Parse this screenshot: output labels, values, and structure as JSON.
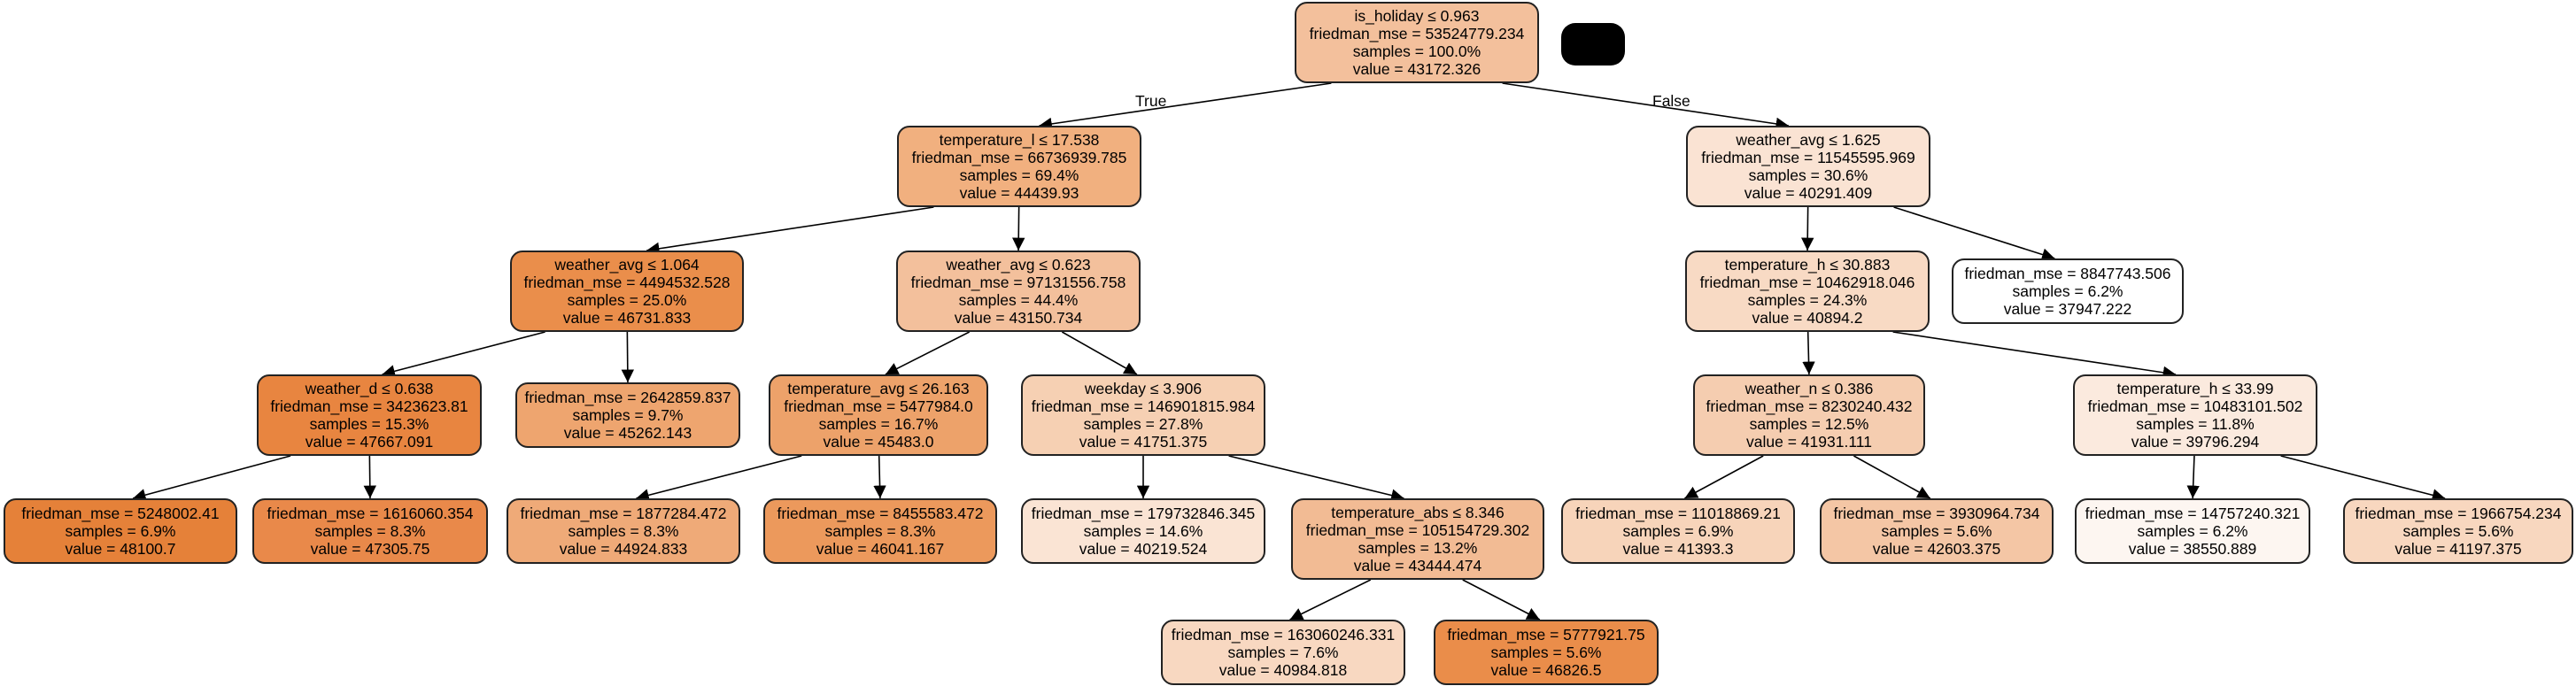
{
  "edge_labels": {
    "true_label": "True",
    "false_label": "False"
  },
  "nodes": [
    {
      "id": "n0",
      "split": "is_holiday ≤ 0.963",
      "mse": "friedman_mse = 53524779.234",
      "samples": "samples = 100.0%",
      "value": "value = 43172.326",
      "fill": "#f3c09c"
    },
    {
      "id": "n1",
      "split": "temperature_l ≤ 17.538",
      "mse": "friedman_mse = 66736939.785",
      "samples": "samples = 69.4%",
      "value": "value = 44439.93",
      "fill": "#f1b07f"
    },
    {
      "id": "n2",
      "split": "weather_avg ≤ 1.625",
      "mse": "friedman_mse = 11545595.969",
      "samples": "samples = 30.6%",
      "value": "value = 40291.409",
      "fill": "#fae3d3"
    },
    {
      "id": "n3",
      "split": "weather_avg ≤ 1.064",
      "mse": "friedman_mse = 4494532.528",
      "samples": "samples = 25.0%",
      "value": "value = 46731.833",
      "fill": "#ea8e4b"
    },
    {
      "id": "n4",
      "split": "weather_avg ≤ 0.623",
      "mse": "friedman_mse = 97131556.758",
      "samples": "samples = 44.4%",
      "value": "value = 43150.734",
      "fill": "#f3c09c"
    },
    {
      "id": "n5",
      "split": "temperature_h ≤ 30.883",
      "mse": "friedman_mse = 10462918.046",
      "samples": "samples = 24.3%",
      "value": "value = 40894.2",
      "fill": "#f8dac4"
    },
    {
      "id": "n6",
      "split": "",
      "mse": "friedman_mse = 8847743.506",
      "samples": "samples = 6.2%",
      "value": "value = 37947.222",
      "fill": "#ffffff"
    },
    {
      "id": "n7",
      "split": "weather_d ≤ 0.638",
      "mse": "friedman_mse = 3423623.81",
      "samples": "samples = 15.3%",
      "value": "value = 47667.091",
      "fill": "#e88540"
    },
    {
      "id": "n8",
      "split": "",
      "mse": "friedman_mse = 2642859.837",
      "samples": "samples = 9.7%",
      "value": "value = 45262.143",
      "fill": "#eea56f"
    },
    {
      "id": "n9",
      "split": "temperature_avg ≤ 26.163",
      "mse": "friedman_mse = 5477984.0",
      "samples": "samples = 16.7%",
      "value": "value = 45483.0",
      "fill": "#eda26a"
    },
    {
      "id": "n10",
      "split": "weekday ≤ 3.906",
      "mse": "friedman_mse = 146901815.984",
      "samples": "samples = 27.8%",
      "value": "value = 41751.375",
      "fill": "#f6d0b3"
    },
    {
      "id": "n11",
      "split": "weather_n ≤ 0.386",
      "mse": "friedman_mse = 8230240.432",
      "samples": "samples = 12.5%",
      "value": "value = 41931.111",
      "fill": "#f5cdb0"
    },
    {
      "id": "n12",
      "split": "temperature_h ≤ 33.99",
      "mse": "friedman_mse = 10483101.502",
      "samples": "samples = 11.8%",
      "value": "value = 39796.294",
      "fill": "#fbeade"
    },
    {
      "id": "n13",
      "split": "",
      "mse": "friedman_mse = 5248002.41",
      "samples": "samples = 6.9%",
      "value": "value = 48100.7",
      "fill": "#e58139"
    },
    {
      "id": "n14",
      "split": "",
      "mse": "friedman_mse = 1616060.354",
      "samples": "samples = 8.3%",
      "value": "value = 47305.75",
      "fill": "#e9894a"
    },
    {
      "id": "n15",
      "split": "",
      "mse": "friedman_mse = 1877284.472",
      "samples": "samples = 8.3%",
      "value": "value = 44924.833",
      "fill": "#efaa78"
    },
    {
      "id": "n16",
      "split": "",
      "mse": "friedman_mse = 8455583.472",
      "samples": "samples = 8.3%",
      "value": "value = 46041.167",
      "fill": "#ec995c"
    },
    {
      "id": "n17",
      "split": "",
      "mse": "friedman_mse = 179732846.345",
      "samples": "samples = 14.6%",
      "value": "value = 40219.524",
      "fill": "#fae4d4"
    },
    {
      "id": "n18",
      "split": "temperature_abs ≤ 8.346",
      "mse": "friedman_mse = 105154729.302",
      "samples": "samples = 13.2%",
      "value": "value = 43444.474",
      "fill": "#f2bb94"
    },
    {
      "id": "n19",
      "split": "",
      "mse": "friedman_mse = 11018869.21",
      "samples": "samples = 6.9%",
      "value": "value = 41393.3",
      "fill": "#f7d4ba"
    },
    {
      "id": "n20",
      "split": "",
      "mse": "friedman_mse = 3930964.734",
      "samples": "samples = 5.6%",
      "value": "value = 42603.375",
      "fill": "#f4c6a5"
    },
    {
      "id": "n21",
      "split": "",
      "mse": "friedman_mse = 14757240.321",
      "samples": "samples = 6.2%",
      "value": "value = 38550.889",
      "fill": "#fdf6f1"
    },
    {
      "id": "n22",
      "split": "",
      "mse": "friedman_mse = 1966754.234",
      "samples": "samples = 5.6%",
      "value": "value = 41197.375",
      "fill": "#f8d7bf"
    },
    {
      "id": "n23",
      "split": "",
      "mse": "friedman_mse = 163060246.331",
      "samples": "samples = 7.6%",
      "value": "value = 40984.818",
      "fill": "#f8d8c1"
    },
    {
      "id": "n24",
      "split": "",
      "mse": "friedman_mse = 5777921.75",
      "samples": "samples = 5.6%",
      "value": "value = 46826.5",
      "fill": "#ea8d4a"
    }
  ],
  "edges": [
    [
      "n0",
      "n1"
    ],
    [
      "n0",
      "n2"
    ],
    [
      "n1",
      "n3"
    ],
    [
      "n1",
      "n4"
    ],
    [
      "n2",
      "n5"
    ],
    [
      "n2",
      "n6"
    ],
    [
      "n3",
      "n7"
    ],
    [
      "n3",
      "n8"
    ],
    [
      "n4",
      "n9"
    ],
    [
      "n4",
      "n10"
    ],
    [
      "n5",
      "n11"
    ],
    [
      "n5",
      "n12"
    ],
    [
      "n7",
      "n13"
    ],
    [
      "n7",
      "n14"
    ],
    [
      "n9",
      "n15"
    ],
    [
      "n9",
      "n16"
    ],
    [
      "n10",
      "n17"
    ],
    [
      "n10",
      "n18"
    ],
    [
      "n11",
      "n19"
    ],
    [
      "n11",
      "n20"
    ],
    [
      "n12",
      "n21"
    ],
    [
      "n12",
      "n22"
    ],
    [
      "n18",
      "n23"
    ],
    [
      "n18",
      "n24"
    ]
  ]
}
